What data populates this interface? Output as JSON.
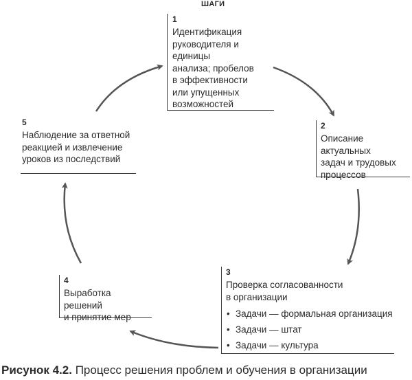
{
  "header": {
    "title": "ШАГИ"
  },
  "steps": [
    {
      "num": "1",
      "text": "Идентификация\nруководителя и единицы\nанализа; пробелов\nв эффективности\nили упущенных\nвозможностей"
    },
    {
      "num": "2",
      "text": "Описание актуальных\nзадач и трудовых\nпроцессов"
    },
    {
      "num": "3",
      "text": "Проверка согласованности\nв организации",
      "bullets": [
        "Задачи — формальная организация",
        "Задачи — штат",
        "Задачи — культура"
      ]
    },
    {
      "num": "4",
      "text": "Выработка решений\nи принятие мер"
    },
    {
      "num": "5",
      "text": "Наблюдение за ответной\nреакцией и извлечение\nуроков из последствий"
    }
  ],
  "caption": {
    "figure": "Рисунок 4.2.",
    "text": "Процесс решения проблем и обучения в организации"
  },
  "colors": {
    "arrow": "#555555",
    "text": "#2a2a2a"
  }
}
